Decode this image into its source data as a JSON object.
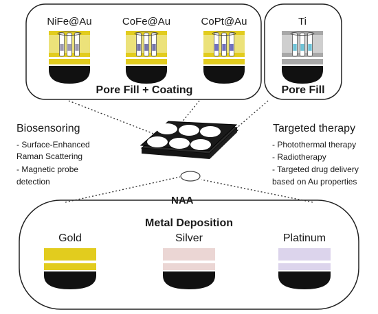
{
  "top_panel": {
    "coated_items": [
      {
        "label": "NiFe@Au"
      },
      {
        "label": "CoFe@Au"
      },
      {
        "label": "CoPt@Au"
      }
    ],
    "coated_caption": "Pore Fill + Coating",
    "fill_item": {
      "label": "Ti"
    },
    "fill_caption": "Pore Fill"
  },
  "center": {
    "label": "NAA"
  },
  "left_text": {
    "title": "Biosensoring",
    "lines": [
      "- Surface-Enhanced",
      "Raman Scattering",
      "- Magnetic probe",
      "detection"
    ]
  },
  "right_text": {
    "title": "Targeted therapy",
    "lines": [
      "- Photothermal therapy",
      "- Radiotherapy",
      "- Targeted drug delivery",
      "based on Au properties"
    ]
  },
  "bottom_panel": {
    "title": "Metal Deposition",
    "items": [
      {
        "label": "Gold",
        "color": "#e2cc1e"
      },
      {
        "label": "Silver",
        "color": "#ebd6d4"
      },
      {
        "label": "Platinum",
        "color": "#dcd4ec"
      }
    ]
  },
  "colors": {
    "gold": "#e2cc1e",
    "gold_light": "#ece27a",
    "silver_gray": "#a8a8a8",
    "ni_fe": "#8d8aa2",
    "co_fe": "#5f5f9c",
    "co_pt": "#5858b4",
    "ti": "#56b8d0",
    "substrate": "#111111"
  }
}
